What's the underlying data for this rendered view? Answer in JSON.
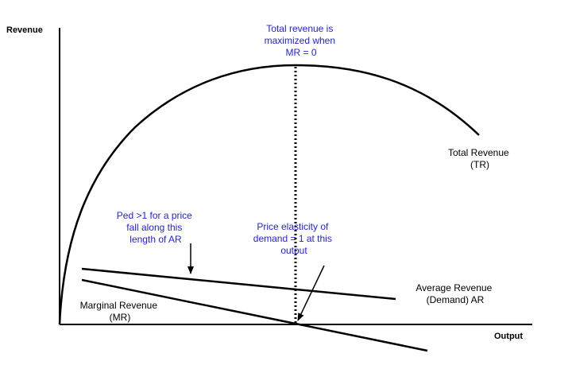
{
  "axes": {
    "y_label": "Revenue",
    "x_label": "Output"
  },
  "curves": {
    "total_revenue": [
      "Total Revenue",
      "(TR)"
    ],
    "average_revenue": [
      "Average Revenue",
      "(Demand) AR"
    ],
    "marginal_revenue": [
      "Marginal Revenue",
      "(MR)"
    ]
  },
  "annotations": {
    "max_revenue": [
      "Total revenue is",
      "maximized when",
      "MR = 0"
    ],
    "elastic_range": [
      "Ped >1 for a price",
      "fall along this",
      "length of AR"
    ],
    "unit_elastic": [
      "Price elasticity of",
      "demand = 1 at this",
      "output"
    ]
  },
  "colors": {
    "note_text": "#2222ee",
    "line": "#000000"
  }
}
